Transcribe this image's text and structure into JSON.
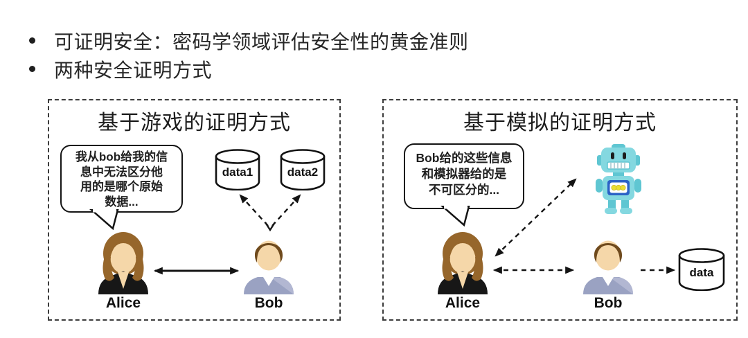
{
  "slide": {
    "bullets": [
      "可证明安全：密码学领域评估安全性的黄金准则",
      "两种安全证明方式"
    ]
  },
  "left_panel": {
    "title": "基于游戏的证明方式",
    "bubble_lines": [
      "我从bob给我的信",
      "息中无法区分他",
      "用的是哪个原始",
      "数据..."
    ],
    "databases": [
      "data1",
      "data2"
    ],
    "alice_label": "Alice",
    "bob_label": "Bob"
  },
  "right_panel": {
    "title": "基于模拟的证明方式",
    "bubble_lines": [
      "Bob给的这些信息",
      "和模拟器给的是",
      "不可区分的..."
    ],
    "database": "data",
    "alice_label": "Alice",
    "bob_label": "Bob"
  },
  "icons": {
    "alice": "woman-figure-icon",
    "bob": "man-figure-icon",
    "simulator": "robot-icon",
    "database": "cylinder-database-icon",
    "bullet": "•"
  },
  "colors": {
    "text": "#262626",
    "panel_border": "#3c3c3c",
    "line": "#141414",
    "skin": "#f5d7a9",
    "alice_hair": "#96662b",
    "alice_jacket": "#171717",
    "bob_hair": "#6f4a1d",
    "bob_sweater": "#9aa2c2",
    "robot_body": "#84d8e0",
    "robot_dark": "#5fc6d2",
    "robot_panel": "#2b62c6",
    "robot_dots": "#e9de33"
  }
}
